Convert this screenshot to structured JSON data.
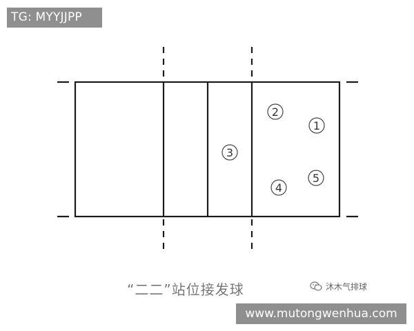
{
  "watermark_top": "TG: MYYJJPP",
  "caption": "“二二”站位接发球",
  "brand_text": "沐木气排球",
  "watermark_bottom": "www.mutongwenhua.com",
  "positions": [
    {
      "label": "2"
    },
    {
      "label": "1"
    },
    {
      "label": "3"
    },
    {
      "label": "4"
    },
    {
      "label": "5"
    }
  ],
  "colors": {
    "line": "#1a1a1a",
    "circle": "#444444",
    "watermark_bg": "#8f8f8f",
    "caption": "#777777"
  },
  "icons": {
    "brand": "wechat-icon"
  }
}
